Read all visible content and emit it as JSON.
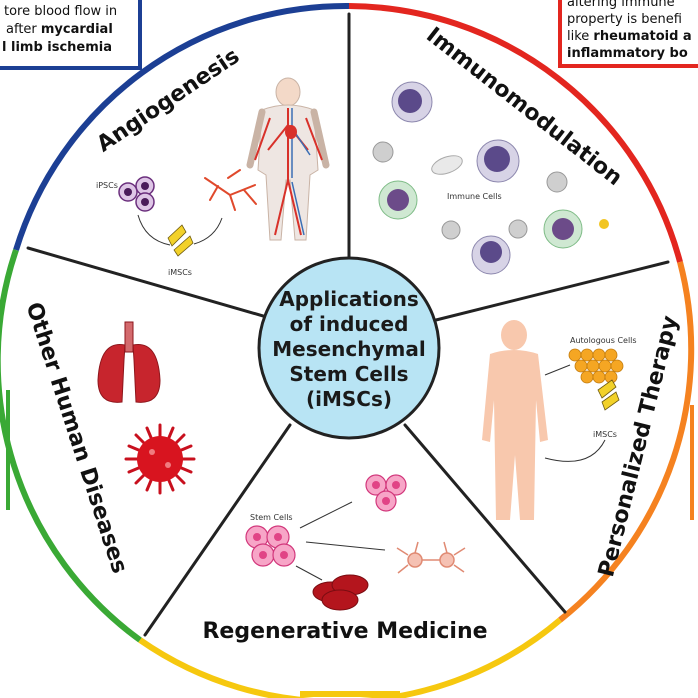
{
  "center": {
    "lines": [
      "Applications",
      "of induced",
      "Mesenchymal",
      "Stem Cells",
      "(iMSCs)"
    ]
  },
  "segments": {
    "angiogenesis": "Angiogenesis",
    "immunomodulation": "Immunomodulation",
    "personalized": "Personalized Therapy",
    "regenerative": "Regenerative Medicine",
    "other_diseases": "Other Human Diseases"
  },
  "labels": {
    "ipscs": "iPSCs",
    "imscs_angio": "iMSCs",
    "immune_cells": "Immune Cells",
    "autologous_cells": "Autologous Cells",
    "imscs_personal": "iMSCs",
    "stem_cells": "Stem Cells"
  },
  "callouts": {
    "blue": {
      "line1": "tore blood flow in",
      "line2_a": "after ",
      "line2_b": "mycardial",
      "line3": "l limb ischemia"
    },
    "red": {
      "line1": "altering immune",
      "line2": "property is benefi",
      "line3_a": "like ",
      "line3_b": "rheumatoid a",
      "line4": "inflammatory bo"
    }
  },
  "colors": {
    "blue": "#1c3f94",
    "red": "#e3261f",
    "orange": "#f58220",
    "yellow": "#f6c80f",
    "green": "#3aa935",
    "center_fill": "#b8e4f4"
  }
}
